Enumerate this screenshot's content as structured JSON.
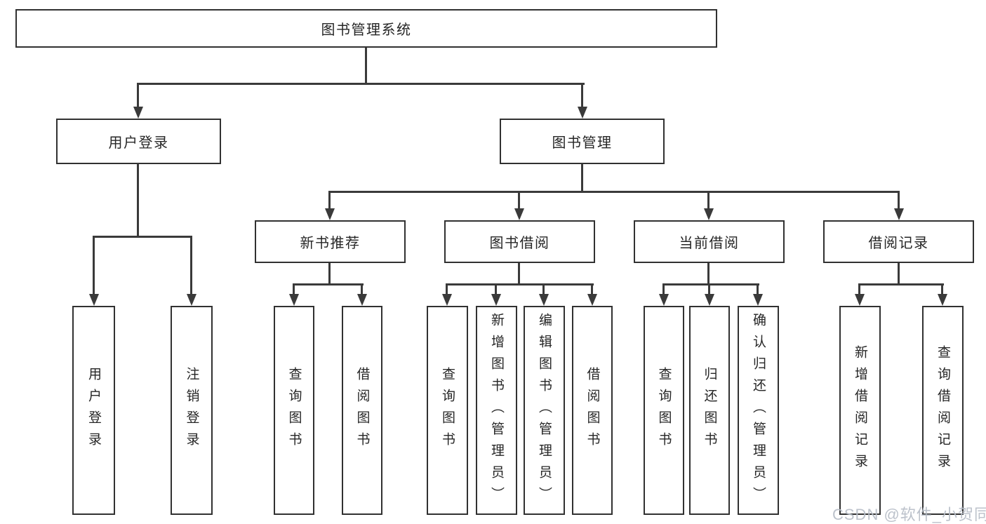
{
  "diagram": {
    "root": {
      "label": "图书管理系统"
    },
    "level2": {
      "user_login": {
        "label": "用户登录"
      },
      "book_management": {
        "label": "图书管理"
      }
    },
    "level3": {
      "new_book_recommend": {
        "label": "新书推荐"
      },
      "book_borrow": {
        "label": "图书借阅"
      },
      "current_borrow": {
        "label": "当前借阅"
      },
      "borrow_record": {
        "label": "借阅记录"
      }
    },
    "leaves": {
      "user_login_login": {
        "label": "用户登录"
      },
      "user_login_logout": {
        "label": "注销登录"
      },
      "new_book_query": {
        "label": "查询图书"
      },
      "new_book_borrow": {
        "label": "借阅图书"
      },
      "book_borrow_query": {
        "label": "查询图书"
      },
      "book_borrow_add": {
        "label": "新增图书（管理员）"
      },
      "book_borrow_edit": {
        "label": "编辑图书（管理员）"
      },
      "book_borrow_borrow": {
        "label": "借阅图书"
      },
      "current_query": {
        "label": "查询图书"
      },
      "current_return": {
        "label": "归还图书"
      },
      "current_confirm": {
        "label": "确认归还（管理员）"
      },
      "record_add": {
        "label": "新增借阅记录"
      },
      "record_query": {
        "label": "查询借阅记录"
      }
    },
    "watermark": {
      "text": "CSDN @软件_小贺同学"
    },
    "colors": {
      "line": "#3a3a3a",
      "border": "#313131",
      "text": "#262626",
      "watermark": "#b7bdc7",
      "background": "#ffffff"
    }
  }
}
